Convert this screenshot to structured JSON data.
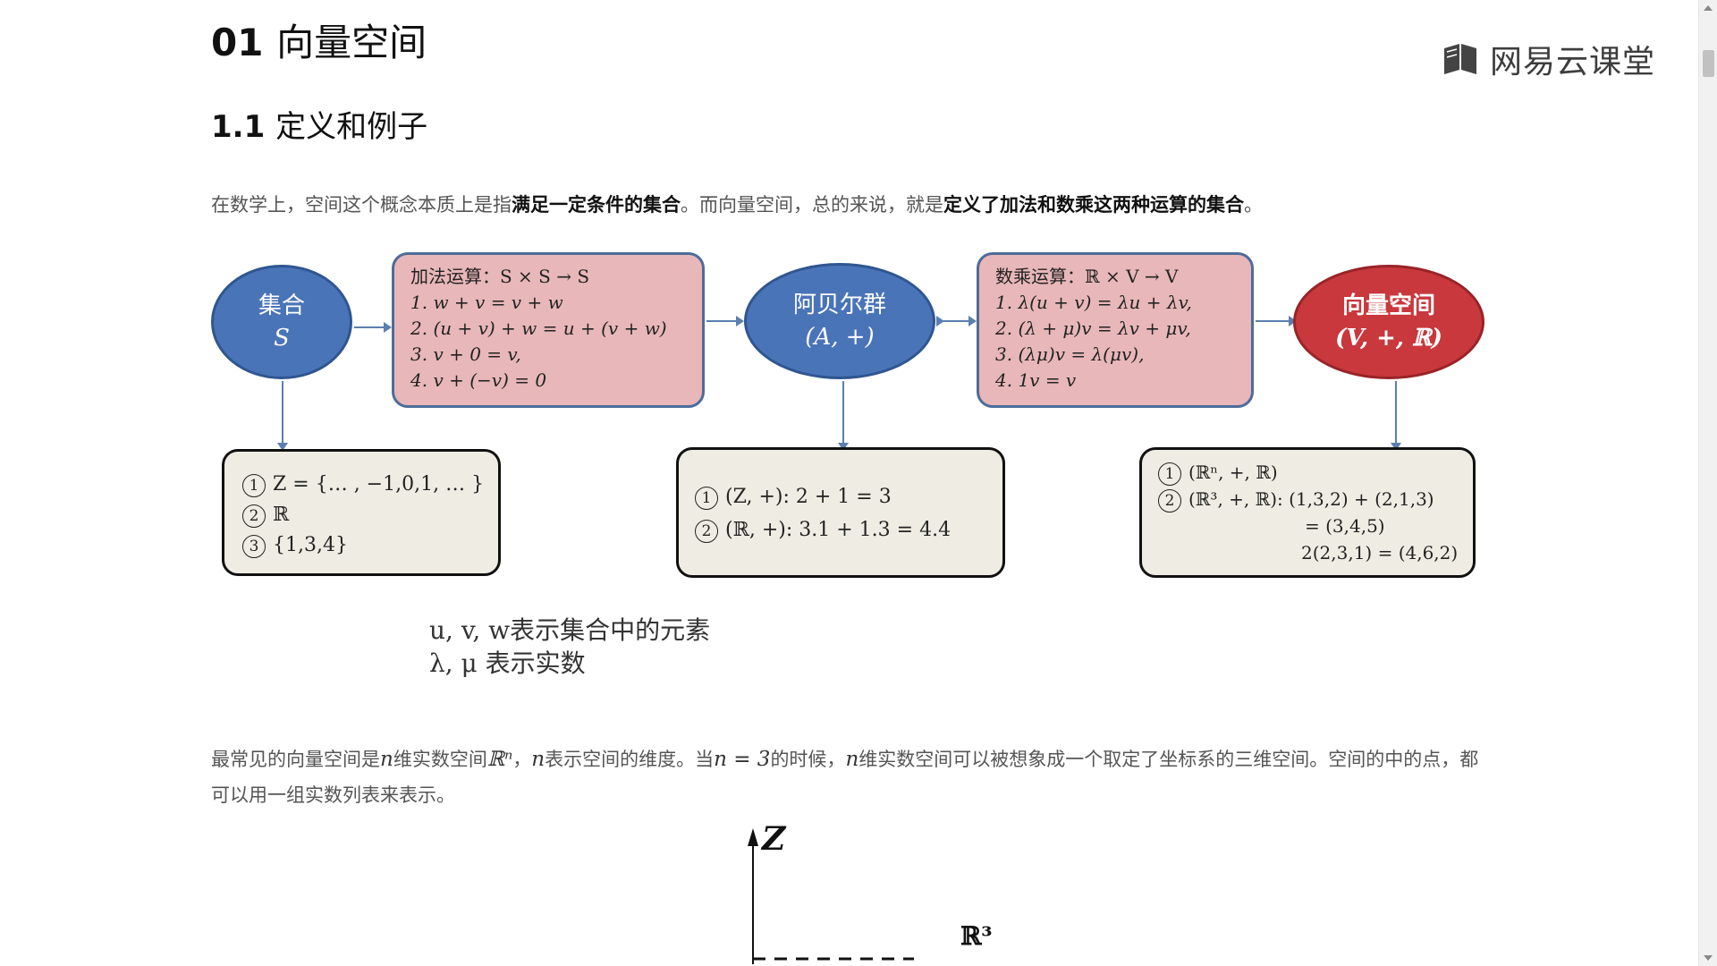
{
  "heading1": {
    "number": "01",
    "title": "向量空间"
  },
  "heading2": {
    "number": "1.1",
    "title": "定义和例子"
  },
  "logo": {
    "text": "网易云课堂",
    "icon": "book-icon"
  },
  "intro": {
    "part1": "在数学上，空间这个概念本质上是指",
    "bold1": "满足一定条件的集合",
    "part2": "。而向量空间，总的来说，就是",
    "bold2": "定义了加法和数乘这两种运算的集合",
    "part3": "。"
  },
  "diagram": {
    "set": {
      "line1": "集合",
      "line2": "S"
    },
    "group": {
      "line1": "阿贝尔群",
      "line2": "(A, +)"
    },
    "space": {
      "line1": "向量空间",
      "line2": "(V, +, ℝ)"
    },
    "addition": {
      "title": "加法运算：S × S → S",
      "rules": [
        "1. w + v = v + w",
        "2. (u + v) + w = u + (v + w)",
        "3. v + 0 = v,",
        "4. v + (−v) = 0"
      ]
    },
    "scalar": {
      "title": "数乘运算：ℝ × V → V",
      "rules": [
        "1. λ(u + v) =  λu +  λv,",
        "2. (λ + μ)v =  λv + μv,",
        "3. (λμ)v =  λ(μv),",
        "4. 1v = v"
      ]
    },
    "set_examples": {
      "markers": [
        "1",
        "2",
        "3"
      ],
      "items": [
        "Z = {… , −1,0,1, … }",
        "ℝ",
        "{1,3,4}"
      ]
    },
    "group_examples": {
      "markers": [
        "1",
        "2"
      ],
      "items": [
        "(Z, +):  2 + 1 = 3",
        "(ℝ, +):  3.1 + 1.3 = 4.4"
      ]
    },
    "space_examples": {
      "markers": [
        "1",
        "2"
      ],
      "item1": "(ℝⁿ, +, ℝ)",
      "item2": "(ℝ³, +, ℝ): (1,3,2) + (2,1,3)",
      "item2_cont": "= (3,4,5)",
      "item3": "2(2,3,1) = (4,6,2)"
    }
  },
  "notes": [
    "u, v, w表示集合中的元素",
    "λ, μ 表示实数"
  ],
  "para2": {
    "s1": "最常见的向量空间是",
    "m1": "n",
    "s2": "维实数空间",
    "m2": "ℝⁿ",
    "s3": "，",
    "m3": "n",
    "s4": "表示空间的维度。当",
    "m4": "n = 3",
    "s5": "的时候，",
    "m5": "n",
    "s6": "维实数空间可以被想象成一个取定了坐标系的三维空间。空间的中的点，都可以用一组实数列表来表示。"
  },
  "axes": {
    "z_label": "Z",
    "space_label": "ℝ³"
  },
  "colors": {
    "blue": "#4a74b8",
    "red": "#c8383d",
    "pink": "#e8b7b9",
    "cream": "#efede3"
  }
}
